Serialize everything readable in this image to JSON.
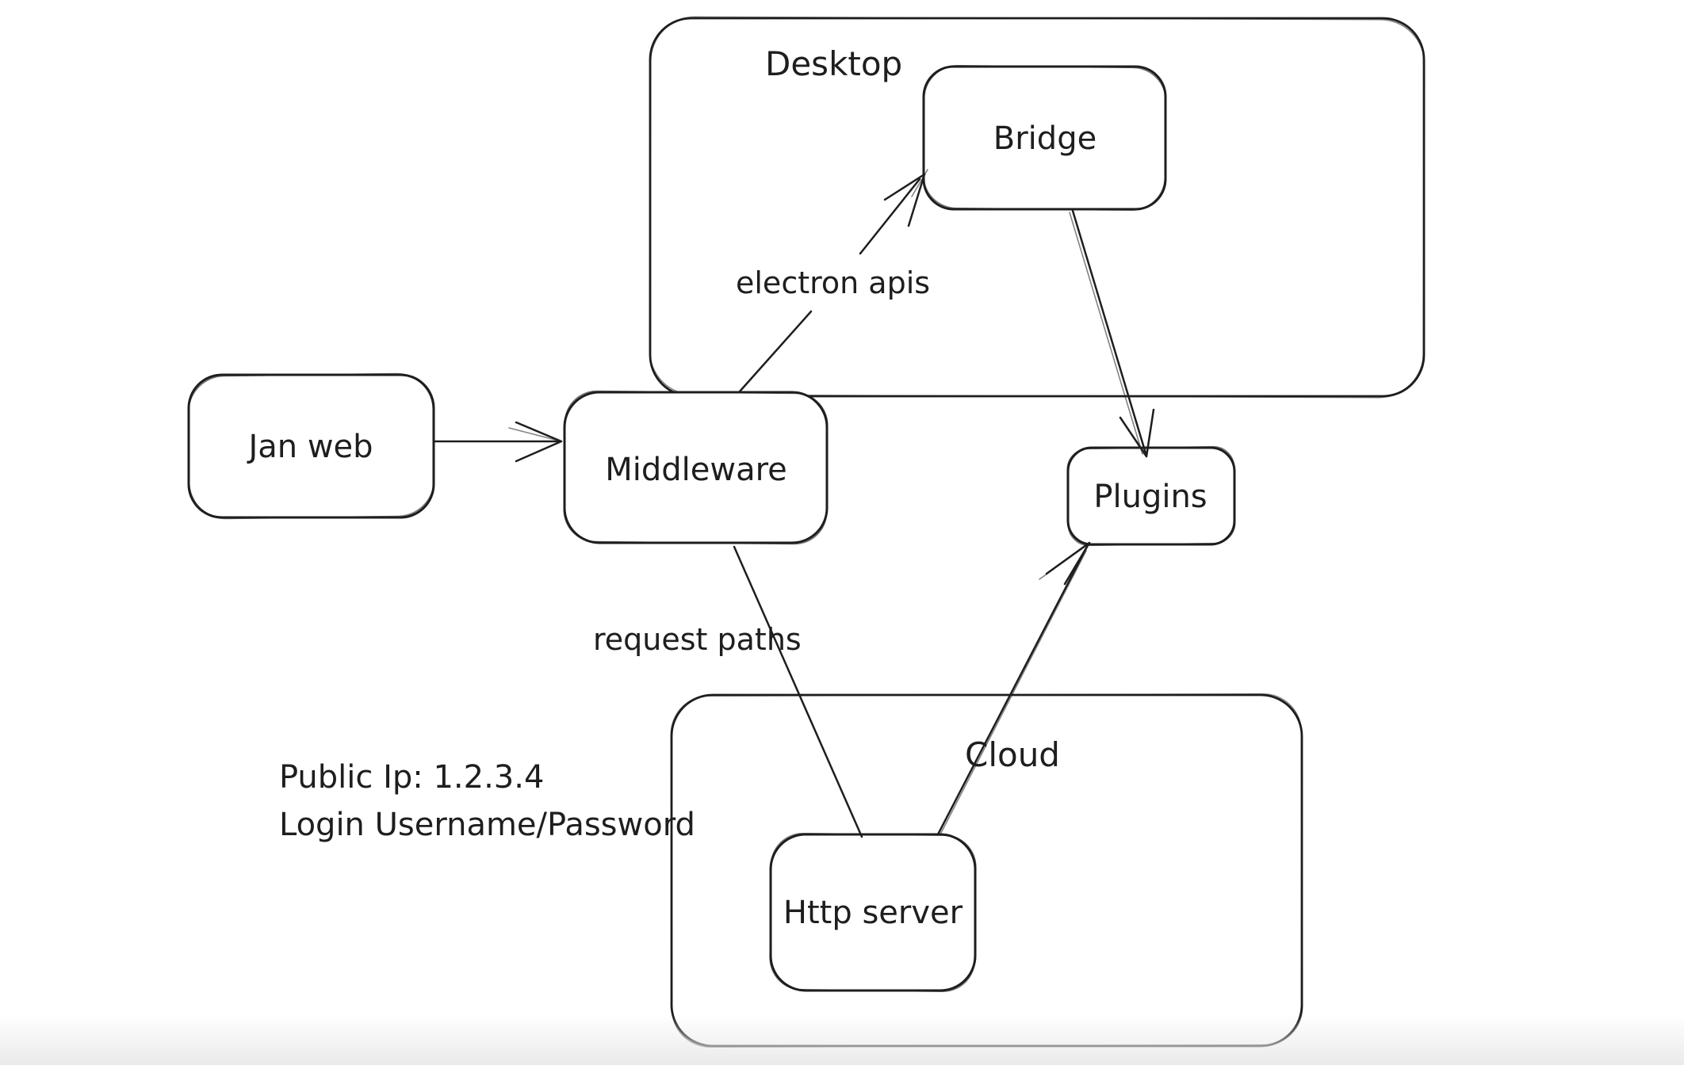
{
  "app": {
    "background_color": "#ffffff",
    "stroke_color": "#1e1e1e",
    "bottom_fade_color": "#e9e9ea"
  },
  "diagram": {
    "containers": [
      {
        "id": "desktop",
        "label": "Desktop"
      },
      {
        "id": "cloud",
        "label": "Cloud"
      }
    ],
    "nodes": [
      {
        "id": "jan-web",
        "label": "Jan web"
      },
      {
        "id": "middleware",
        "label": "Middleware"
      },
      {
        "id": "bridge",
        "label": "Bridge"
      },
      {
        "id": "plugins",
        "label": "Plugins"
      },
      {
        "id": "http-server",
        "label": "Http server"
      }
    ],
    "edges": [
      {
        "id": "jan-web-to-middleware",
        "from": "Jan web",
        "to": "Middleware",
        "label": "",
        "arrowhead": "end"
      },
      {
        "id": "middleware-to-bridge",
        "from": "Middleware",
        "to": "Bridge",
        "label": "electron apis",
        "arrowhead": "end"
      },
      {
        "id": "bridge-to-plugins",
        "from": "Bridge",
        "to": "Plugins",
        "label": "",
        "arrowhead": "end"
      },
      {
        "id": "middleware-to-http-server",
        "from": "Middleware",
        "to": "Http server",
        "label": "request paths",
        "arrowhead": "none"
      },
      {
        "id": "http-server-to-plugins",
        "from": "Http server",
        "to": "Plugins",
        "label": "",
        "arrowhead": "end"
      }
    ],
    "annotations": [
      {
        "id": "public-ip",
        "text": "Public Ip: 1.2.3.4"
      },
      {
        "id": "login",
        "text": "Login Username/Password"
      }
    ]
  }
}
